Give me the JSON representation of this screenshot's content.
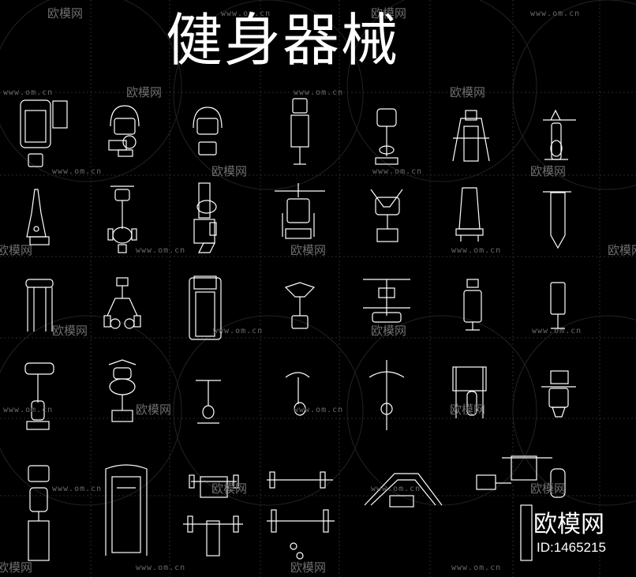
{
  "title": "健身器械",
  "watermark": {
    "brand": "欧模网",
    "url": "www.om.cn"
  },
  "footer": {
    "brand": "欧模网",
    "id": "ID:1465215"
  },
  "equipment_icons": [
    "treadmill-topview-icon",
    "stationary-bike-icon",
    "exercise-bike-icon",
    "stepper-icon",
    "spin-bike-icon",
    "lat-tower-icon",
    "press-station-icon",
    "rowing-machine-icon",
    "elliptical-icon",
    "multi-gym-icon",
    "cable-crossover-icon",
    "chest-fly-icon",
    "incline-bench-icon",
    "flat-bench-icon",
    "squat-rack-icon",
    "leg-press-icon",
    "treadmill-icon",
    "ab-station-icon",
    "pec-deck-icon",
    "short-bench-icon",
    "narrow-bench-icon",
    "upright-bike-icon",
    "recumbent-bike-icon",
    "stool-bike-icon",
    "curl-bench-icon",
    "pulldown-station-icon",
    "smith-machine-icon",
    "shoulder-press-icon",
    "weight-bench-icon",
    "treadmill-large-icon",
    "barbell-rack-icon",
    "barbell-icon",
    "curved-bench-icon",
    "combo-station-icon"
  ]
}
